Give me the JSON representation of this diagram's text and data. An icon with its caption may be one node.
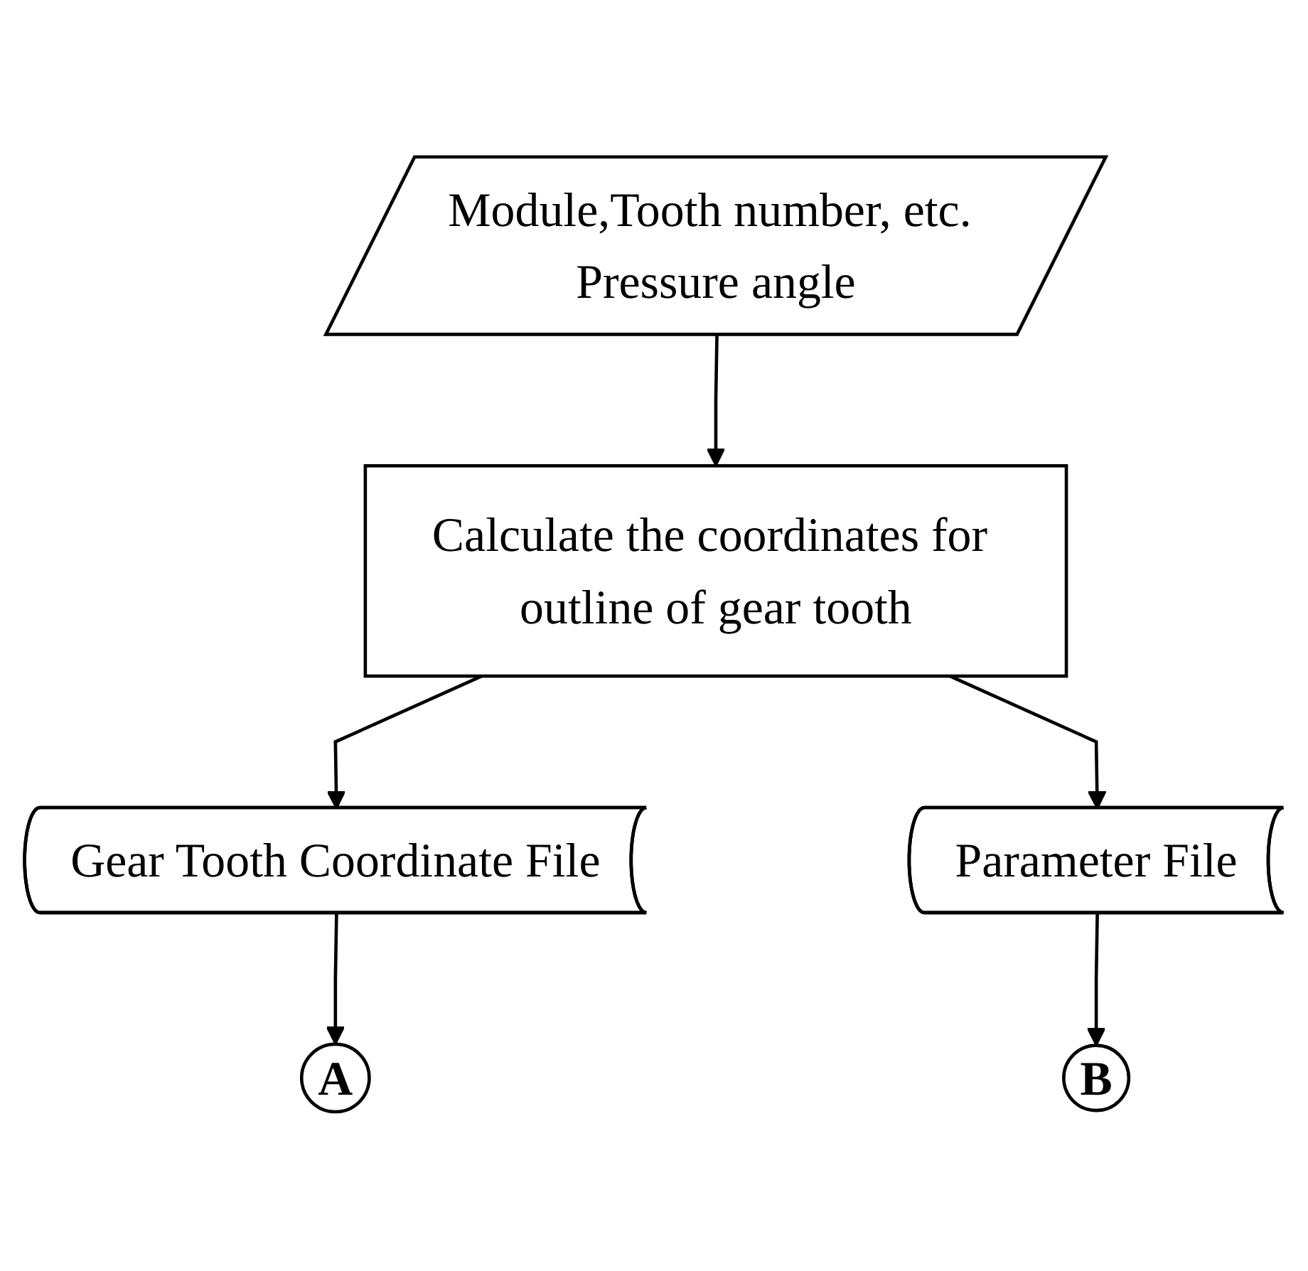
{
  "diagram": {
    "nodes": [
      {
        "text": [
          "Module,Tooth number, etc. Pressure angle"
        ]
      },
      {
        "text": [
          "Calculate the coordinates for outline of gear tooth"
        ]
      },
      {
        "text": [
          "Gear Tooth Coordinate File"
        ]
      },
      {
        "text": [
          "Parameter File"
        ]
      },
      {
        "text": [
          "A"
        ]
      },
      {
        "text": [
          "B"
        ]
      }
    ],
    "edges": [
      {
        "from": 0,
        "to": 1,
        "arrow": "to"
      },
      {
        "from": 1,
        "to": 2,
        "arrow": "to"
      },
      {
        "from": 1,
        "to": 3,
        "arrow": "to"
      },
      {
        "from": 2,
        "to": 4,
        "arrow": "to"
      },
      {
        "from": 3,
        "to": 5,
        "arrow": "to"
      }
    ]
  }
}
